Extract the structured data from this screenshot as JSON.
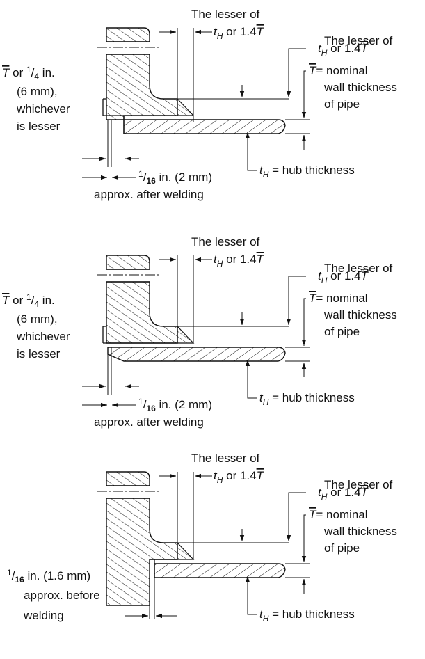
{
  "details": [
    {
      "hub_dim": {
        "l1": "The lesser of",
        "l2a": "t",
        "l2s": "H",
        "l2b": " or 1.4",
        "l2t": "T"
      },
      "weld_dim": {
        "l1": "The lesser of",
        "l2a": "t",
        "l2s": "H",
        "l2b": " or 1.4",
        "l2t": "T"
      },
      "nominal": {
        "l1a": "T",
        "l1b": "= nominal",
        "l2": "wall thickness",
        "l3": "of pipe"
      },
      "hub": {
        "a": "t",
        "s": "H",
        "b": " = hub thickness"
      },
      "left": {
        "l1a": "T",
        "l1b": " or ",
        "l1c": "1",
        "l1d": "/",
        "l1e": "4",
        "l1f": " in.",
        "l2": "(6 mm),",
        "l3": "whichever",
        "l4": "is lesser"
      },
      "gap": {
        "a": "1",
        "b": "/",
        "c": "16",
        "d": " in. (2 mm)",
        "l2": "approx. after welding"
      }
    },
    {
      "hub_dim": {
        "l1": "The lesser of",
        "l2a": "t",
        "l2s": "H",
        "l2b": " or 1.4",
        "l2t": "T"
      },
      "weld_dim": {
        "l1": "The lesser of",
        "l2a": "t",
        "l2s": "H",
        "l2b": " or 1.4",
        "l2t": "T"
      },
      "nominal": {
        "l1a": "T",
        "l1b": "= nominal",
        "l2": "wall thickness",
        "l3": "of pipe"
      },
      "hub": {
        "a": "t",
        "s": "H",
        "b": " = hub thickness"
      },
      "left": {
        "l1a": "T",
        "l1b": " or ",
        "l1c": "1",
        "l1d": "/",
        "l1e": "4",
        "l1f": " in.",
        "l2": "(6 mm),",
        "l3": "whichever",
        "l4": "is lesser"
      },
      "gap": {
        "a": "1",
        "b": "/",
        "c": "16",
        "d": " in. (2 mm)",
        "l2": "approx. after welding"
      }
    },
    {
      "hub_dim": {
        "l1": "The lesser of",
        "l2a": "t",
        "l2s": "H",
        "l2b": " or 1.4",
        "l2t": "T"
      },
      "weld_dim": {
        "l1": "The lesser of",
        "l2a": "t",
        "l2s": "H",
        "l2b": " or 1.4",
        "l2t": "T"
      },
      "nominal": {
        "l1a": "T",
        "l1b": "= nominal",
        "l2": "wall thickness",
        "l3": "of pipe"
      },
      "hub": {
        "a": "t",
        "s": "H",
        "b": " = hub thickness"
      },
      "gap": {
        "a": "1",
        "b": "/",
        "c": "16",
        "d": " in. (1.6 mm)",
        "l2": "approx. before",
        "l3": "welding"
      }
    }
  ]
}
